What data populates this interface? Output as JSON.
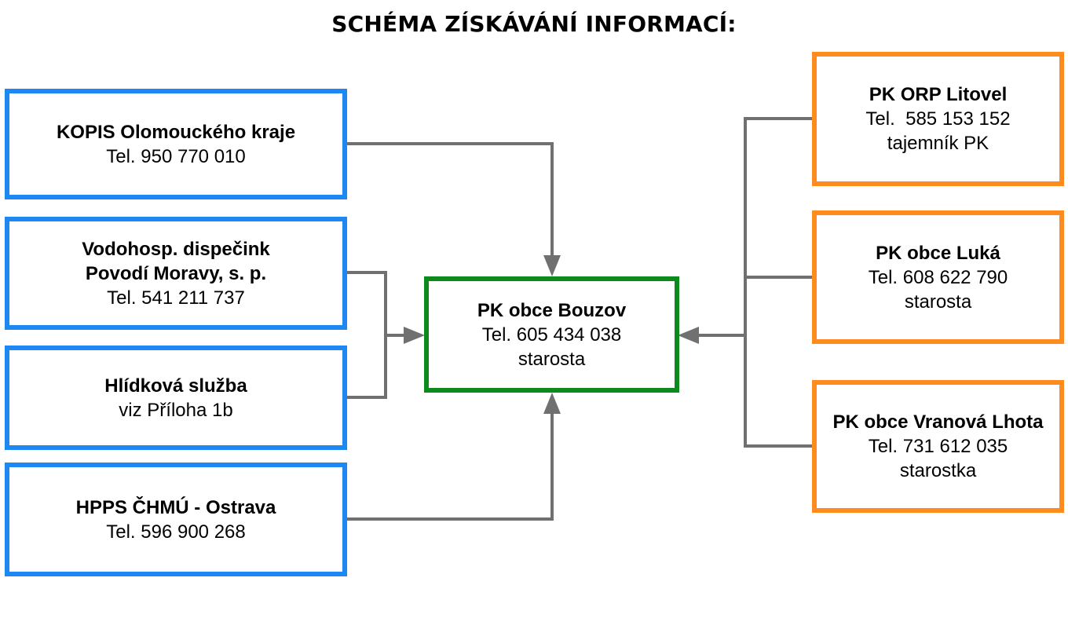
{
  "title": "SCHÉMA ZÍSKÁVÁNÍ INFORMACÍ:",
  "colors": {
    "left": "#1e88f2",
    "right": "#ff8a1e",
    "center": "#0d8a1e",
    "connector": "#707070"
  },
  "left_boxes": [
    {
      "lines": [
        "KOPIS Olomouckého kraje"
      ],
      "detail": [
        "Tel. 950 770 010"
      ]
    },
    {
      "lines": [
        "Vodohosp. dispečink",
        "Povodí Moravy, s. p."
      ],
      "detail": [
        "Tel. 541 211 737"
      ]
    },
    {
      "lines": [
        "Hlídková služba"
      ],
      "detail": [
        "viz Příloha 1b"
      ]
    },
    {
      "lines": [
        "HPPS ČHMÚ - Ostrava"
      ],
      "detail": [
        "Tel. 596 900 268"
      ]
    }
  ],
  "center_box": {
    "lines": [
      "PK obce Bouzov"
    ],
    "detail": [
      "Tel. 605 434 038",
      "starosta"
    ]
  },
  "right_boxes": [
    {
      "lines": [
        "PK ORP Litovel"
      ],
      "detail": [
        "Tel.  585 153 152",
        "tajemník PK"
      ]
    },
    {
      "lines": [
        "PK obce Luká"
      ],
      "detail": [
        "Tel. 608 622 790",
        "starosta"
      ]
    },
    {
      "lines": [
        "PK obce Vranová Lhota"
      ],
      "detail": [
        "Tel. 731 612 035",
        "starostka"
      ]
    }
  ]
}
